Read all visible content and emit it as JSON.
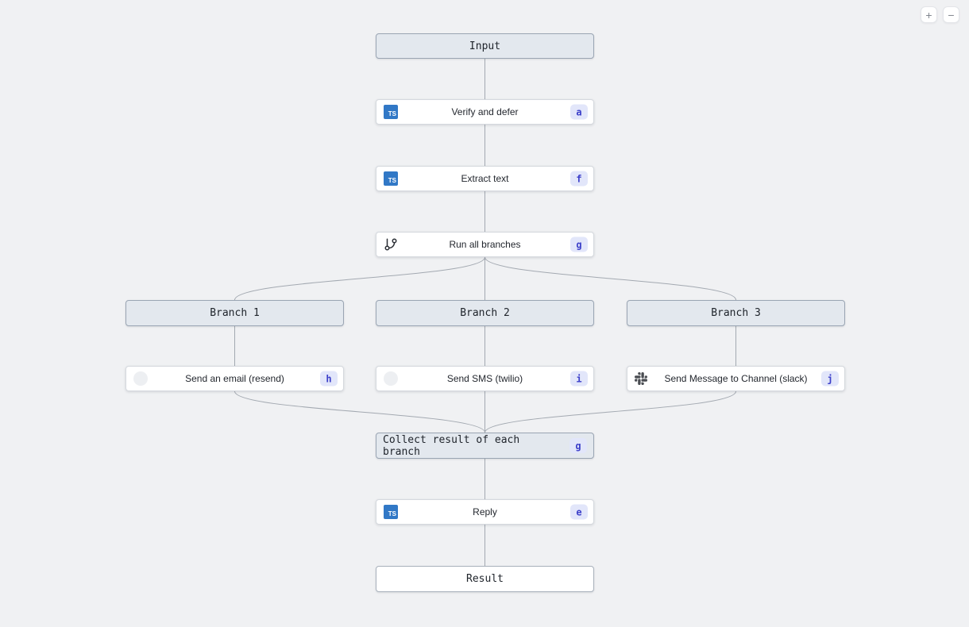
{
  "controls": {
    "zoom_in_label": "+",
    "zoom_out_label": "−"
  },
  "icons": {
    "typescript_text": "TS",
    "run_all_branches_icon": "git-branch-icon",
    "send_email_icon": "placeholder-circle-icon",
    "send_sms_icon": "placeholder-circle-icon",
    "send_slack_icon": "slack-icon"
  },
  "nodes": {
    "input": {
      "label": "Input"
    },
    "verify": {
      "label": "Verify and defer",
      "badge": "a",
      "icon": "typescript-icon"
    },
    "extract": {
      "label": "Extract text",
      "badge": "f",
      "icon": "typescript-icon"
    },
    "run_all": {
      "label": "Run all branches",
      "badge": "g",
      "icon": "git-branch-icon"
    },
    "branch1": {
      "label": "Branch 1"
    },
    "branch2": {
      "label": "Branch 2"
    },
    "branch3": {
      "label": "Branch 3"
    },
    "send_email": {
      "label": "Send an email (resend)",
      "badge": "h",
      "icon": "placeholder-circle-icon"
    },
    "send_sms": {
      "label": "Send SMS (twilio)",
      "badge": "i",
      "icon": "placeholder-circle-icon"
    },
    "send_slack": {
      "label": "Send Message to Channel (slack)",
      "badge": "j",
      "icon": "slack-icon"
    },
    "collect": {
      "label": "Collect result of each branch",
      "badge": "g"
    },
    "reply": {
      "label": "Reply",
      "badge": "e",
      "icon": "typescript-icon"
    },
    "result": {
      "label": "Result"
    }
  },
  "colors": {
    "canvas_background": "#f0f1f3",
    "edge": "#a3a9b1",
    "group_node_fill": "#e3e8ee",
    "group_node_border": "#9aa5b3",
    "task_node_fill": "#ffffff",
    "task_node_border": "#d5d9de",
    "badge_background": "#e2e6fa",
    "badge_text": "#3b3ec9",
    "typescript_blue": "#3178c6",
    "slack_icon_gray": "#4a4d52"
  }
}
